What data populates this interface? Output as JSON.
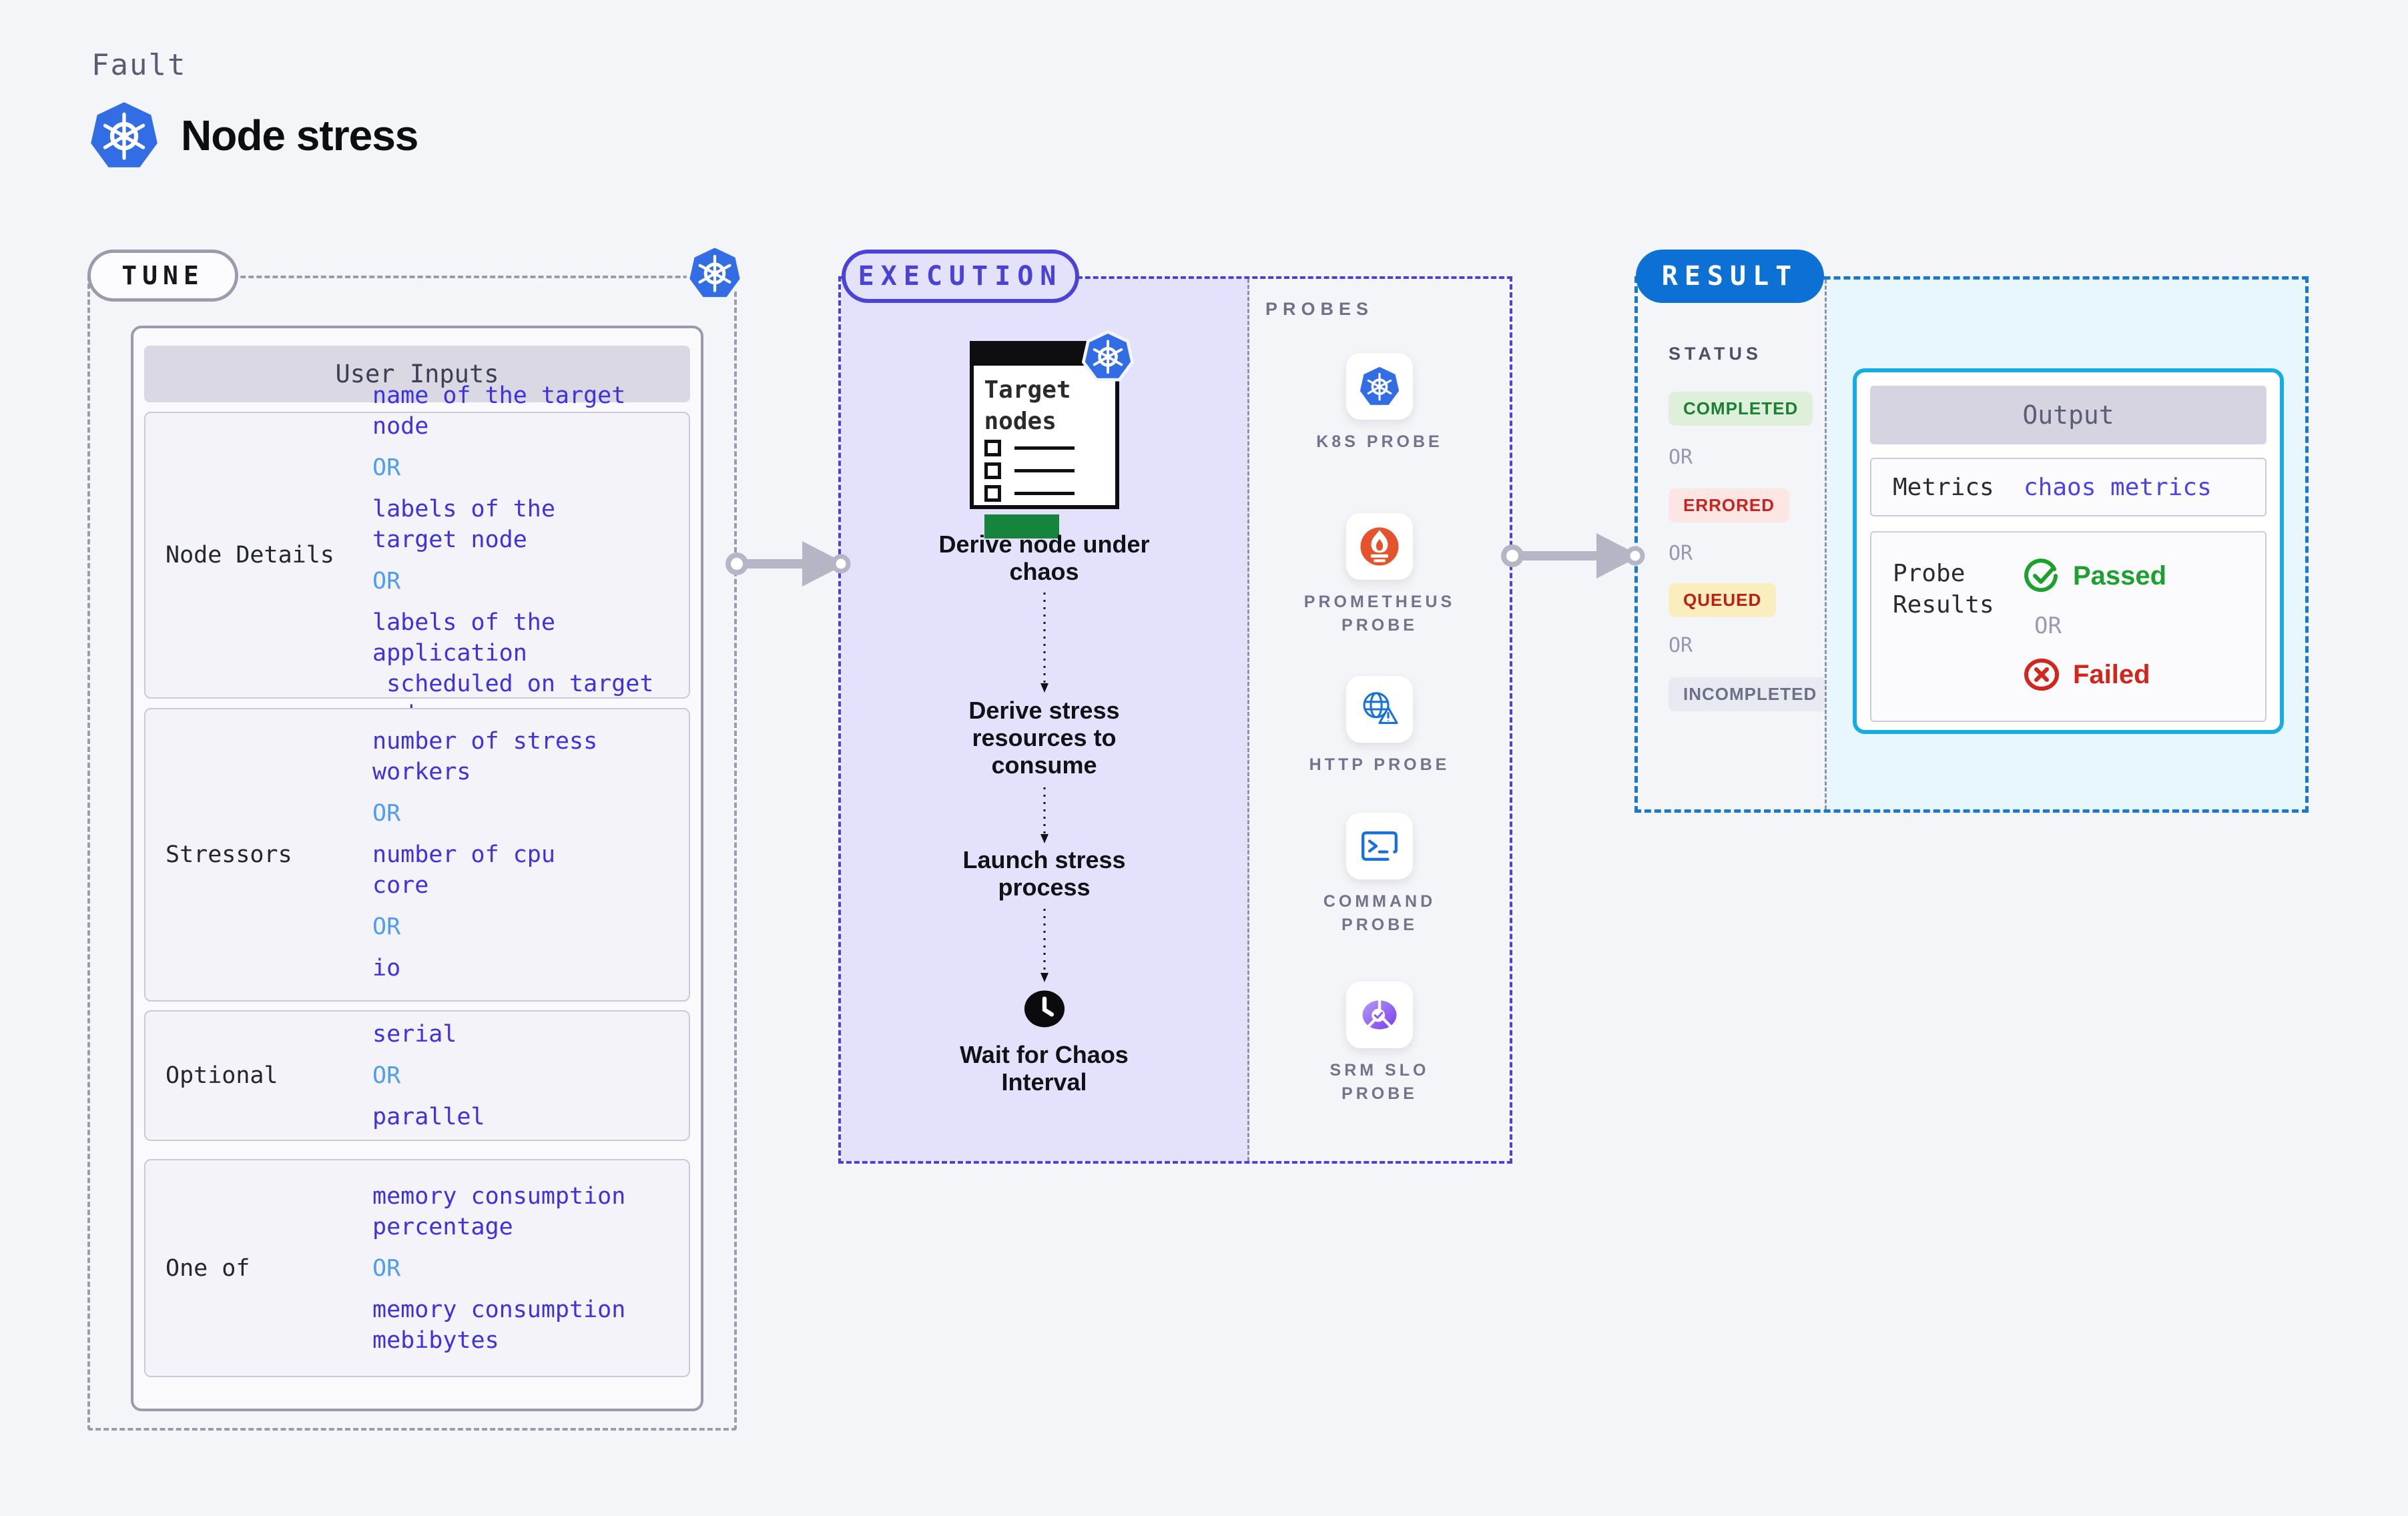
{
  "page": {
    "eyebrow": "Fault",
    "title": "Node stress"
  },
  "tune": {
    "badge": "TUNE",
    "table_title": "User Inputs",
    "or_label": "OR",
    "rows": [
      {
        "label": "Node Details",
        "values": [
          "name of the target\nnode",
          "labels of the\ntarget node",
          "labels of the application\n scheduled on target node"
        ]
      },
      {
        "label": "Stressors",
        "values": [
          "number of stress\nworkers",
          "number of cpu\ncore",
          "io"
        ]
      },
      {
        "label": "Optional",
        "values": [
          "serial",
          "parallel"
        ]
      },
      {
        "label": "One of",
        "values": [
          "memory consumption\npercentage",
          "memory consumption\nmebibytes"
        ]
      }
    ]
  },
  "execution": {
    "badge": "EXECUTION",
    "target_card_title": "Target\nnodes",
    "steps": [
      "Derive node under\nchaos",
      "Derive stress\nresources to\nconsume",
      "Launch stress\nprocess",
      "Wait for Chaos\nInterval"
    ]
  },
  "probes": {
    "heading": "PROBES",
    "items": [
      {
        "label": "K8S PROBE"
      },
      {
        "label": "PROMETHEUS\nPROBE"
      },
      {
        "label": "HTTP PROBE"
      },
      {
        "label": "COMMAND\nPROBE"
      },
      {
        "label": "SRM SLO\nPROBE"
      }
    ]
  },
  "result": {
    "badge": "RESULT",
    "status_heading": "STATUS",
    "or_label": "OR",
    "statuses": [
      {
        "label": "COMPLETED"
      },
      {
        "label": "ERRORED"
      },
      {
        "label": "QUEUED"
      },
      {
        "label": "INCOMPLETED"
      }
    ],
    "output": {
      "title": "Output",
      "metrics_label": "Metrics",
      "metrics_value": "chaos metrics",
      "probe_results_label": "Probe\nResults",
      "passed_label": "Passed",
      "failed_label": "Failed"
    }
  },
  "icons": {
    "kubernetes": "kubernetes-wheel",
    "prometheus": "prometheus-flame",
    "http": "globe-warning",
    "command": "terminal-prompt",
    "srm_slo": "donut-check",
    "clock": "clock",
    "target_nodes": "checklist-card",
    "passed": "check-circle",
    "failed": "x-circle",
    "arrow": "thick-right-arrow"
  },
  "colors": {
    "page_bg": "#f4f5f9",
    "tune_border": "#9b9bb0",
    "execution_accent": "#4b43d6",
    "execution_bg": "#e3e1fb",
    "result_accent": "#0c70d5",
    "result_dashed": "#1779d2",
    "result_bg": "#e8f6fd",
    "output_border": "#16ade3",
    "value_text": "#3d31e0",
    "or_text": "#4d9df2",
    "status_completed": "#1b8033",
    "status_errored": "#c5251e",
    "status_queued": "#bf1d15",
    "status_incompleted": "#6b7186",
    "passed": "#1da12e",
    "failed": "#d2251b",
    "kubernetes_blue": "#326de6",
    "prometheus_orange": "#e6522c",
    "probe_icon_blue": "#1672d9",
    "srm_purple": "#8b5cf6",
    "arrow_grey": "#b5b5c6",
    "target_card_green": "#15843c"
  }
}
